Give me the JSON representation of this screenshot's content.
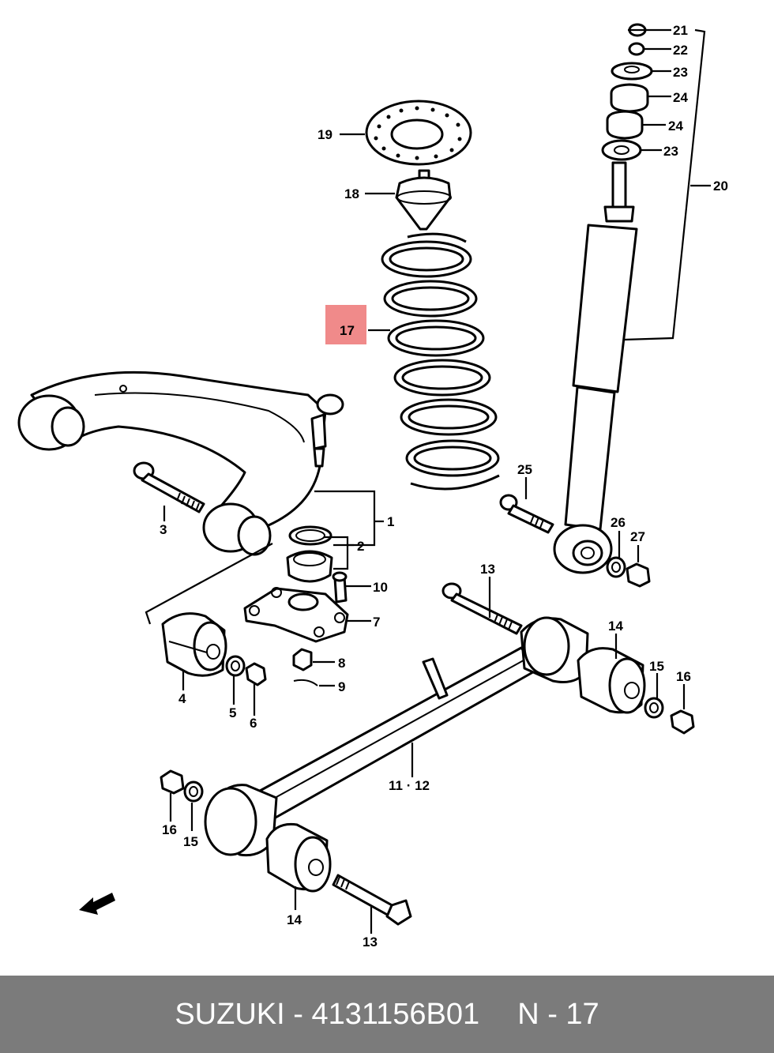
{
  "callouts": {
    "c1": "1",
    "c2": "2",
    "c3": "3",
    "c4": "4",
    "c5": "5",
    "c6": "6",
    "c7": "7",
    "c8": "8",
    "c9": "9",
    "c10": "10",
    "c11_12": "11 · 12",
    "c13a": "13",
    "c13b": "13",
    "c14a": "14",
    "c14b": "14",
    "c15a": "15",
    "c15b": "15",
    "c16a": "16",
    "c16b": "16",
    "c17": "17",
    "c18": "18",
    "c19": "19",
    "c20": "20",
    "c21": "21",
    "c22": "22",
    "c23a": "23",
    "c23b": "23",
    "c24a": "24",
    "c24b": "24",
    "c25": "25",
    "c26": "26",
    "c27": "27"
  },
  "highlight": {
    "part": "17",
    "color": "#f08a8a"
  },
  "footer": {
    "brand_part": "SUZUKI - 4131156B01",
    "ref": "N - 17",
    "background": "#7b7b7b"
  }
}
